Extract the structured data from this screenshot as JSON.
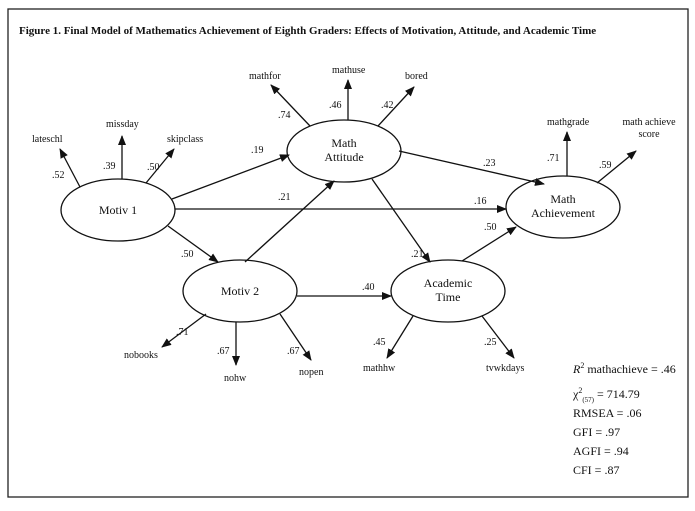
{
  "figure": {
    "title": "Figure 1. Final Model of Mathematics Achievement of Eighth Graders: Effects of Motivation, Attitude, and Academic Time"
  },
  "latent": {
    "motiv1": {
      "label": "Motiv 1"
    },
    "motiv2": {
      "label": "Motiv 2"
    },
    "attitude": {
      "line1": "Math",
      "line2": "Attitude"
    },
    "time": {
      "line1": "Academic",
      "line2": "Time"
    },
    "achieve": {
      "line1": "Math",
      "line2": "Achievement"
    }
  },
  "indicators": {
    "lateschl": {
      "label": "lateschl",
      "loading": ".52"
    },
    "missday": {
      "label": "missday",
      "loading": ".39"
    },
    "skipclass": {
      "label": "skipclass",
      "loading": ".50"
    },
    "mathfor": {
      "label": "mathfor",
      "loading": ".74"
    },
    "mathuse": {
      "label": "mathuse",
      "loading": ".46"
    },
    "bored": {
      "label": "bored",
      "loading": ".42"
    },
    "mathgrade": {
      "label": "mathgrade",
      "loading": ".71"
    },
    "mathachieve": {
      "line1": "math achieve",
      "line2": "score",
      "loading": ".59"
    },
    "nobooks": {
      "label": "nobooks",
      "loading": ".71"
    },
    "nohw": {
      "label": "nohw",
      "loading": ".67"
    },
    "nopen": {
      "label": "nopen",
      "loading": ".67"
    },
    "mathhw": {
      "label": "mathhw",
      "loading": ".45"
    },
    "tvwkdays": {
      "label": "tvwkdays",
      "loading": ".25"
    }
  },
  "paths": {
    "m1_att": ".19",
    "m1_ach": ".16",
    "m1_m2": ".50",
    "m2_att": ".21",
    "m2_time": ".40",
    "att_ach": ".23",
    "att_time": ".21",
    "time_ach": ".50"
  },
  "fit": {
    "r2_symbol": "R",
    "r2_sup": "2",
    "r2_text": " mathachieve = .46",
    "chi_symbol": "χ",
    "chi_sup": "2",
    "chi_sub": "(57)",
    "chi_text": " = 714.79",
    "rmsea": "RMSEA = .06",
    "gfi": "GFI = .97",
    "agfi": "AGFI = .94",
    "cfi": "CFI = .87"
  }
}
